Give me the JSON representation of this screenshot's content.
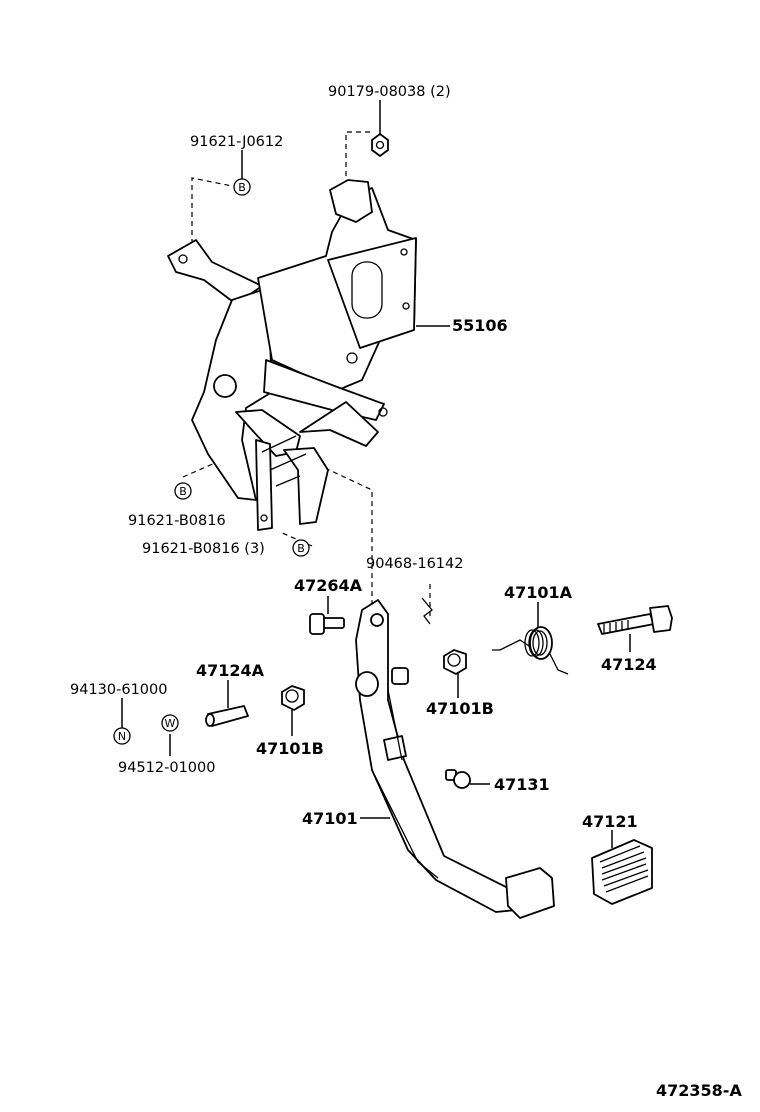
{
  "labels": {
    "nut_top": "90179-08038 (2)",
    "bolt_b_top": "91621-J0612",
    "bracket": "55106",
    "bolt_b_mid": "91621-B0816",
    "bolt_b_low": "91621-B0816 (3)",
    "clip": "90468-16142",
    "bolt_pivot": "47264A",
    "spring": "47101A",
    "bolt_long": "47124",
    "pin": "47124A",
    "bushing_left": "47101B",
    "bushing_right": "47101B",
    "nut_n": "94130-61000",
    "washer_w": "94512-01000",
    "stopper": "47131",
    "pedal_arm": "47101",
    "pedal_pad": "47121",
    "figure_code": "472358-A"
  },
  "symbols": {
    "b": "B",
    "n": "N",
    "w": "W"
  }
}
